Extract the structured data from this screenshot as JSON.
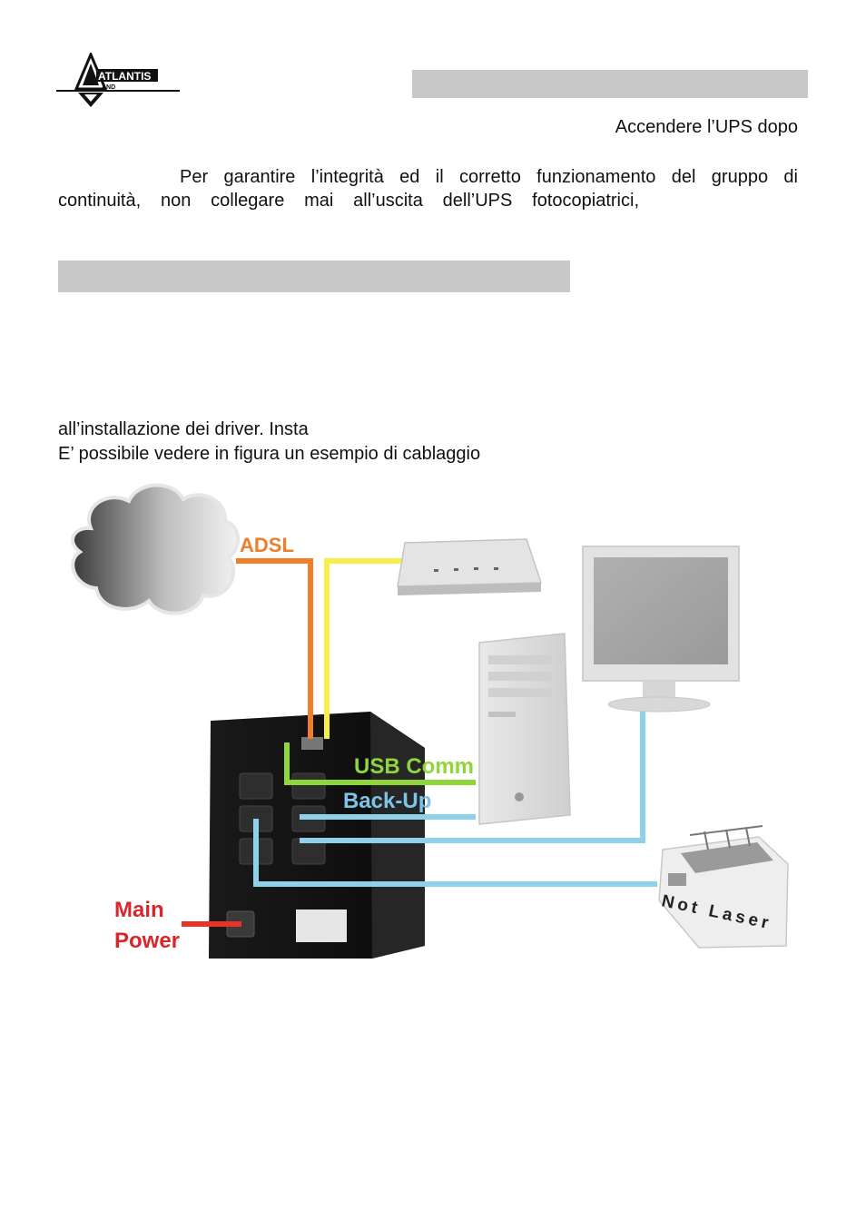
{
  "brand": {
    "logo_text": "ATLANTIS",
    "logo_sub": "AND"
  },
  "paragraph1": {
    "line1": "Accendere l’UPS dopo",
    "line2": "Per garantire l’integrità ed il corretto funzionamento del gruppo di",
    "line3": "continuità, non collegare mai all’uscita dell’UPS fotocopiatrici,"
  },
  "paragraph2": {
    "line1": "all’installazione dei driver. Insta",
    "line2": "E’ possibile vedere in figura  un esempio  di cablaggio"
  },
  "diagram": {
    "labels": {
      "adsl": "ADSL",
      "usb_comm": "USB Comm",
      "back_up": "Back-Up",
      "main": "Main",
      "power": "Power",
      "not_laser": "Not Laser"
    },
    "colors": {
      "adsl_cable": "#f07d2a",
      "yellow_cable": "#f6ee4a",
      "usb_cable": "#8fd63a",
      "backup_cable": "#8fd0ea",
      "power_cable": "#e8322a",
      "adsl_label": "#f07d2a",
      "usb_label": "#8fd63a",
      "backup_label": "#7cc4e8",
      "power_label": "#d8262a"
    }
  }
}
